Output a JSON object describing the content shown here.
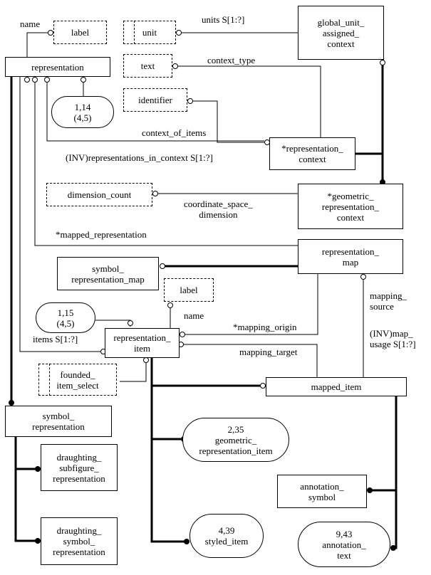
{
  "entities": {
    "label_top": "label",
    "unit": "unit",
    "text": "text",
    "identifier": "identifier",
    "global_unit_assigned_context": "global_unit_\nassigned_\ncontext",
    "representation": "representation",
    "ref_1_14": "1,14\n(4,5)",
    "representation_context": "*representation_\ncontext",
    "dimension_count": "dimension_count",
    "geometric_representation_context": "*geometric_\nrepresentation_\ncontext",
    "symbol_representation_map": "symbol_\nrepresentation_map",
    "representation_map": "representation_\nmap",
    "label_mid": "label",
    "ref_1_15": "1,15\n(4,5)",
    "representation_item": "representation_\nitem",
    "founded_item_select": "founded_\nitem_select",
    "mapped_item": "mapped_item",
    "symbol_representation": "symbol_\nrepresentation",
    "geometric_representation_item": "2,35\ngeometric_\nrepresentation_item",
    "draughting_subfigure_representation": "draughting_\nsubfigure_\nrepresentation",
    "annotation_symbol": "annotation_\nsymbol",
    "styled_item": "4,39\nstyled_item",
    "draughting_symbol_representation": "draughting_\nsymbol_\nrepresentation",
    "annotation_text": "9,43\nannotation_\ntext"
  },
  "relations": {
    "name_top": "name",
    "units": "units S[1:?]",
    "context_type": "context_type",
    "context_of_items": "context_of_items",
    "representations_in_context": "(INV)representations_in_context S[1:?]",
    "coordinate_space_dimension": "coordinate_space_\ndimension",
    "mapped_representation": "*mapped_representation",
    "name_mid": "name",
    "mapping_source": "mapping_\nsource",
    "mapping_origin": "*mapping_origin",
    "items": "items S[1:?]",
    "map_usage": "(INV)map_\nusage S[1:?]",
    "mapping_target": "mapping_target"
  }
}
